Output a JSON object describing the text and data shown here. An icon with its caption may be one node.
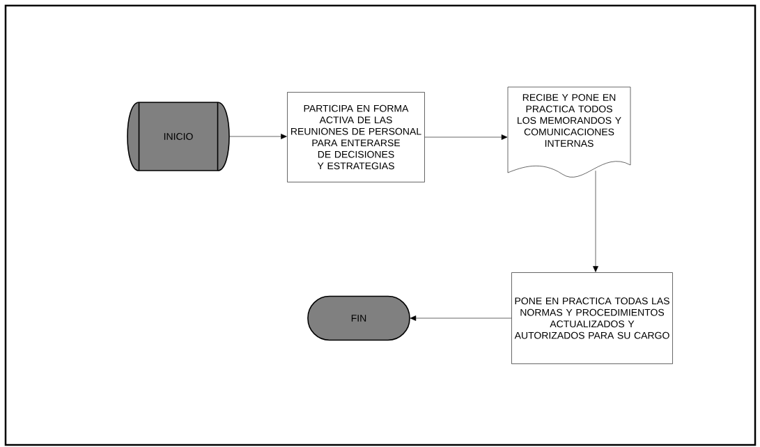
{
  "diagram": {
    "nodes": [
      {
        "text": [
          "INICIO"
        ]
      },
      {
        "text": [
          "PARTICIPA EN FORMA ACTIVA DE LAS REUNIONES DE PERSONAL PARA ENTERARSE DE DECISIONES Y ESTRATEGIAS"
        ]
      },
      {
        "text": [
          "RECIBE Y PONE EN PRACTICA TODOS LOS MEMORANDOS Y COMUNICACIONES INTERNAS"
        ]
      },
      {
        "text": [
          "PONE EN PRACTICA TODAS LAS NORMAS Y PROCEDIMIENTOS ACTUALIZADOS Y AUTORIZADOS PARA SU CARGO"
        ]
      },
      {
        "text": [
          "FIN"
        ]
      }
    ],
    "edges": [
      {
        "from": 0,
        "to": 1,
        "arrow": "to"
      },
      {
        "from": 1,
        "to": 2,
        "arrow": "to"
      },
      {
        "from": 2,
        "to": 3,
        "arrow": "to"
      },
      {
        "from": 3,
        "to": 4,
        "arrow": "to"
      }
    ]
  }
}
